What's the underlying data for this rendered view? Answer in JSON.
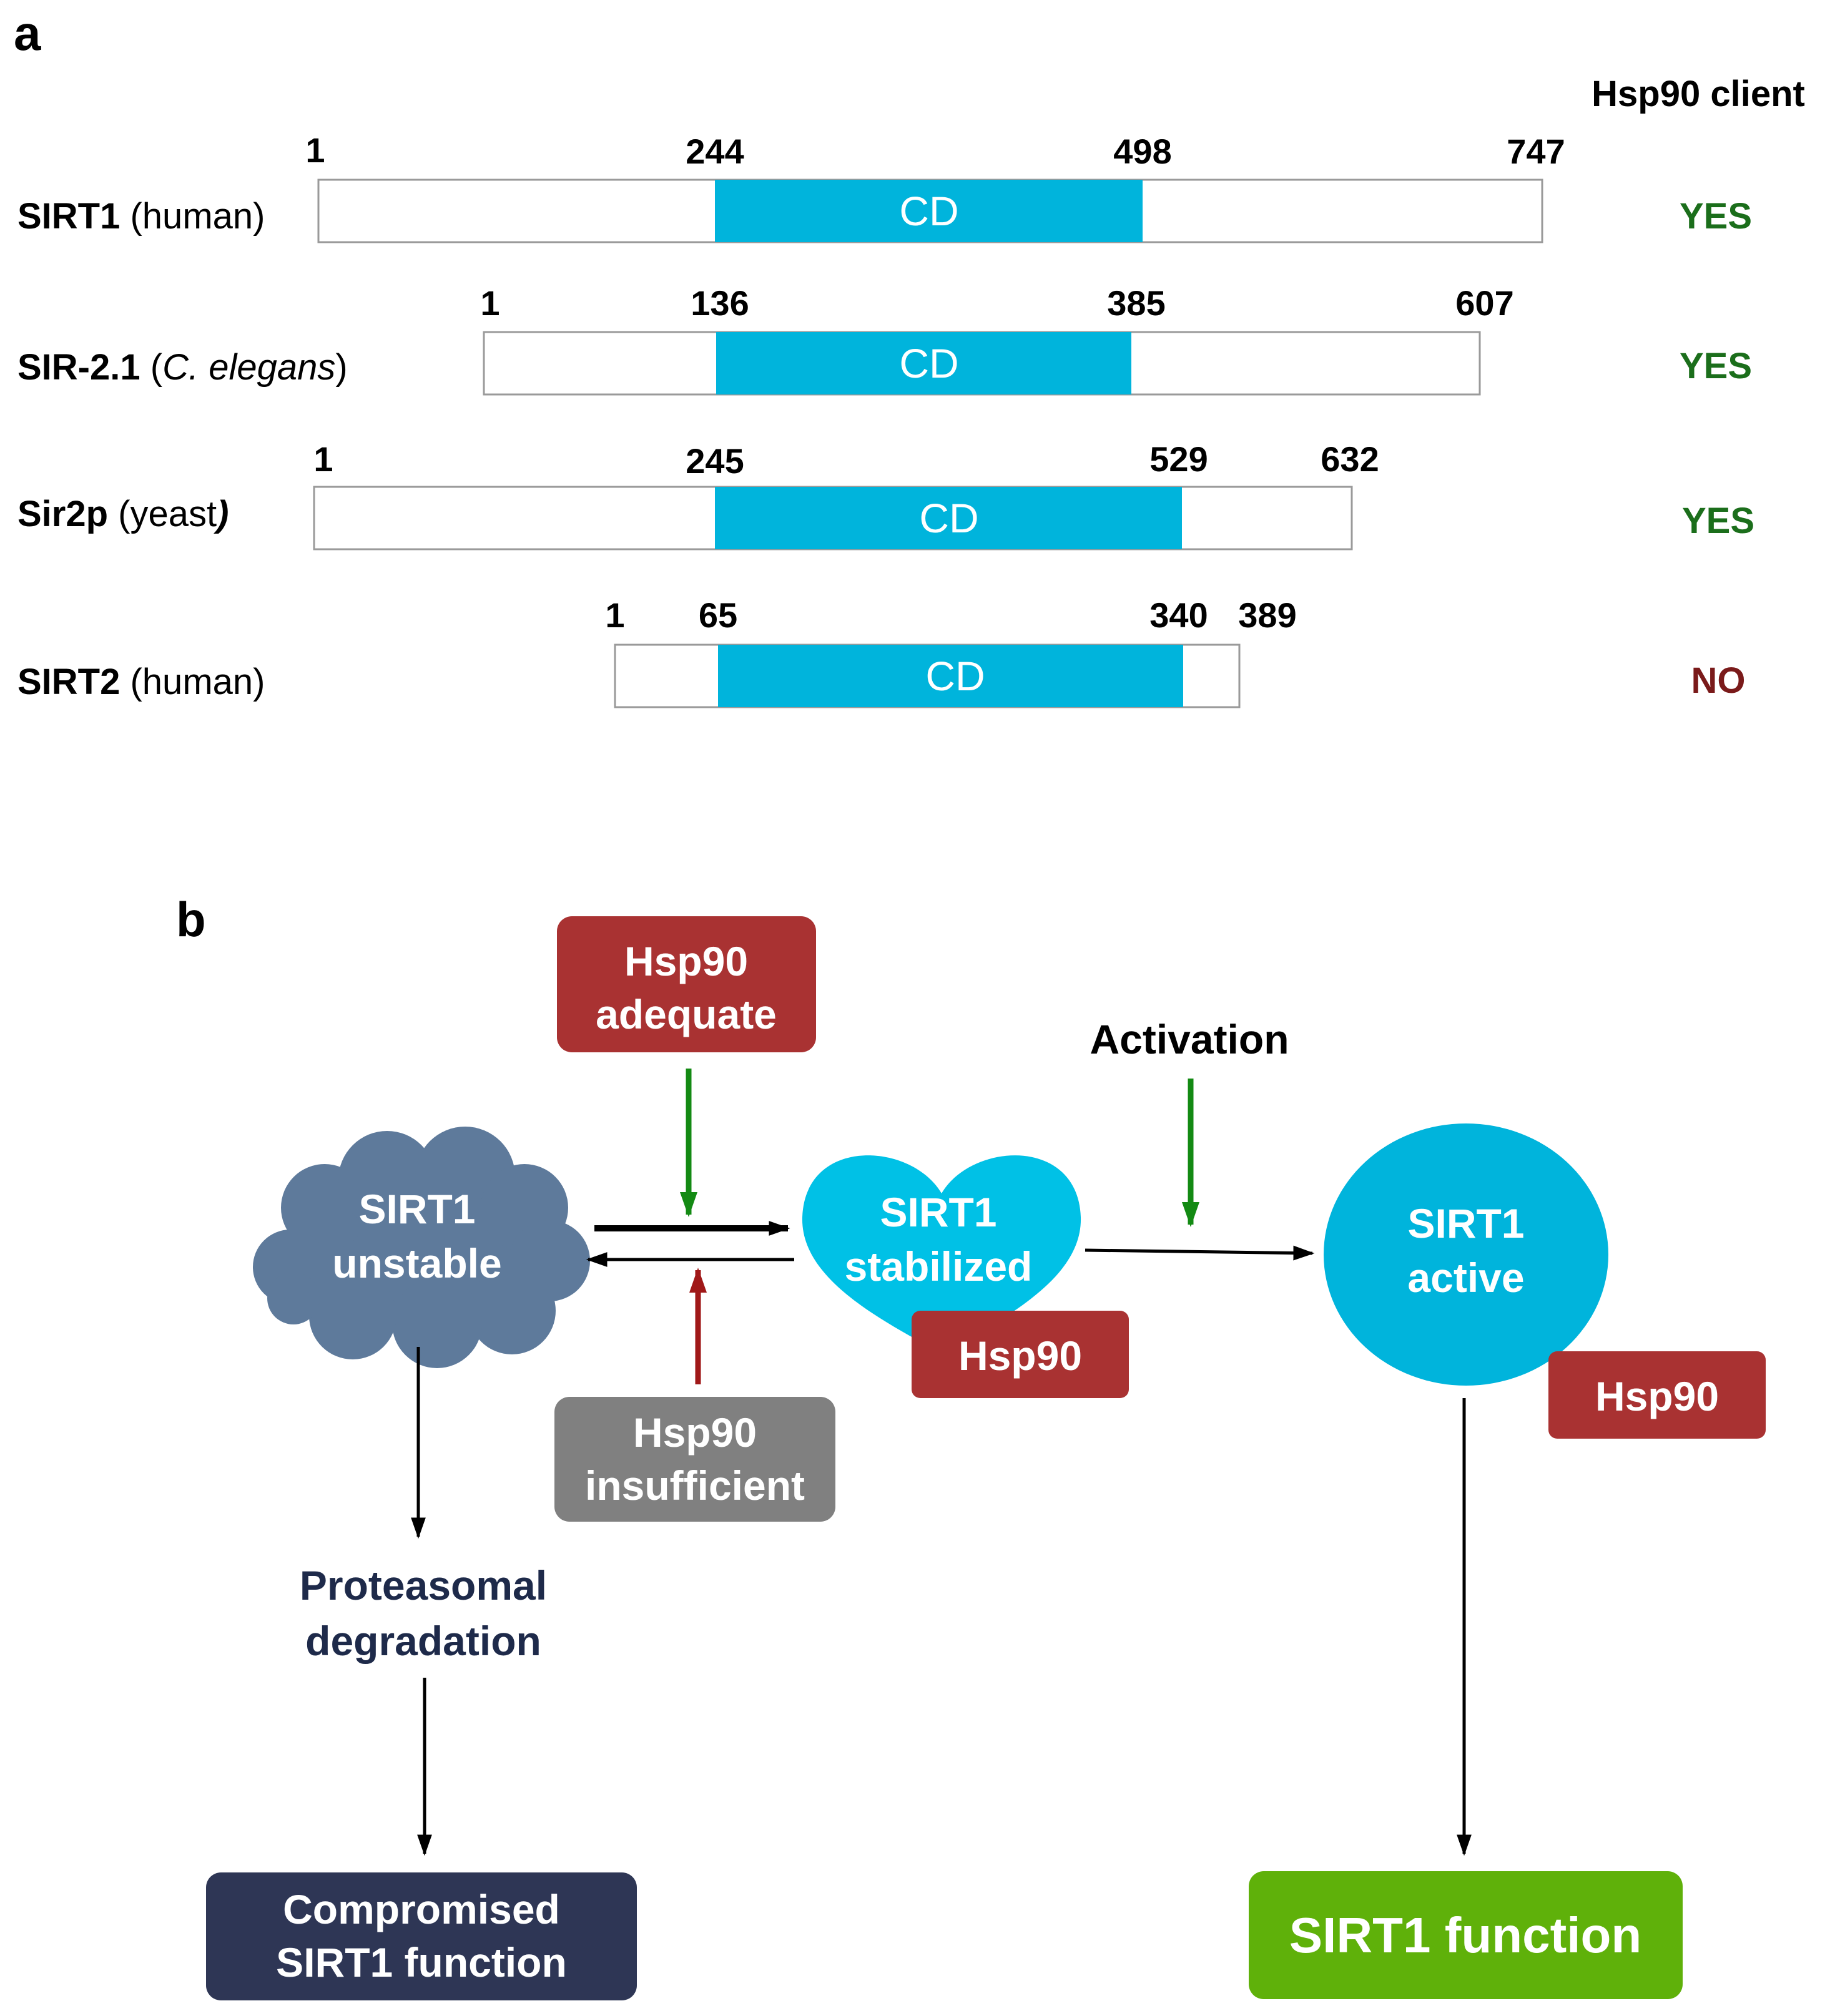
{
  "panel_a": {
    "label": "a",
    "column_header": "Hsp90 client",
    "domain_label": "CD",
    "proteins": [
      {
        "name_bold": "SIRT1",
        "name_pre": " (human)",
        "name_italic": "",
        "name_post": "",
        "start": "1",
        "cd_start": "244",
        "cd_end": "498",
        "end": "747",
        "client": "YES"
      },
      {
        "name_bold": "SIR-2.1",
        "name_pre": " (",
        "name_italic": "C. elegans",
        "name_post": ")",
        "start": "1",
        "cd_start": "136",
        "cd_end": "385",
        "end": "607",
        "client": "YES"
      },
      {
        "name_bold": "Sir2p",
        "name_pre": " (yeast",
        "name_italic": ")",
        "name_post": "",
        "start": "1",
        "cd_start": "245",
        "cd_end": "529",
        "end": "632",
        "client": "YES"
      },
      {
        "name_bold": "SIRT2",
        "name_pre": " (human)",
        "name_italic": "",
        "name_post": "",
        "start": "1",
        "cd_start": "65",
        "cd_end": "340",
        "end": "389",
        "client": "NO"
      }
    ]
  },
  "panel_b": {
    "label": "b",
    "hsp90_adequate": [
      "Hsp90",
      "adequate"
    ],
    "hsp90_insufficient": [
      "Hsp90",
      "insufficient"
    ],
    "activation": "Activation",
    "sirt1_unstable": [
      "SIRT1",
      "unstable"
    ],
    "sirt1_stabilized": [
      "SIRT1",
      "stabilized"
    ],
    "sirt1_active": [
      "SIRT1",
      "active"
    ],
    "hsp90_tag_1": "Hsp90",
    "hsp90_tag_2": "Hsp90",
    "proteasomal": [
      "Proteasomal",
      "degradation"
    ],
    "compromised": [
      "Compromised",
      "SIRT1 function"
    ],
    "sirt1_function": "SIRT1 function"
  },
  "colors": {
    "cd_domain": "#00b4dc",
    "yes": "#1b6e1b",
    "no": "#7a1a1a",
    "hsp90_red": "#a93232",
    "hsp90_grey": "#808080",
    "cloud": "#5e7a9b",
    "heart": "#00c1e6",
    "active_circle": "#00b4dc",
    "compromised_box": "#2e3655",
    "function_box": "#5fb10a",
    "green_arrow": "#138a13",
    "red_arrow": "#a01818",
    "proteasomal_text": "#1e2a4a"
  }
}
